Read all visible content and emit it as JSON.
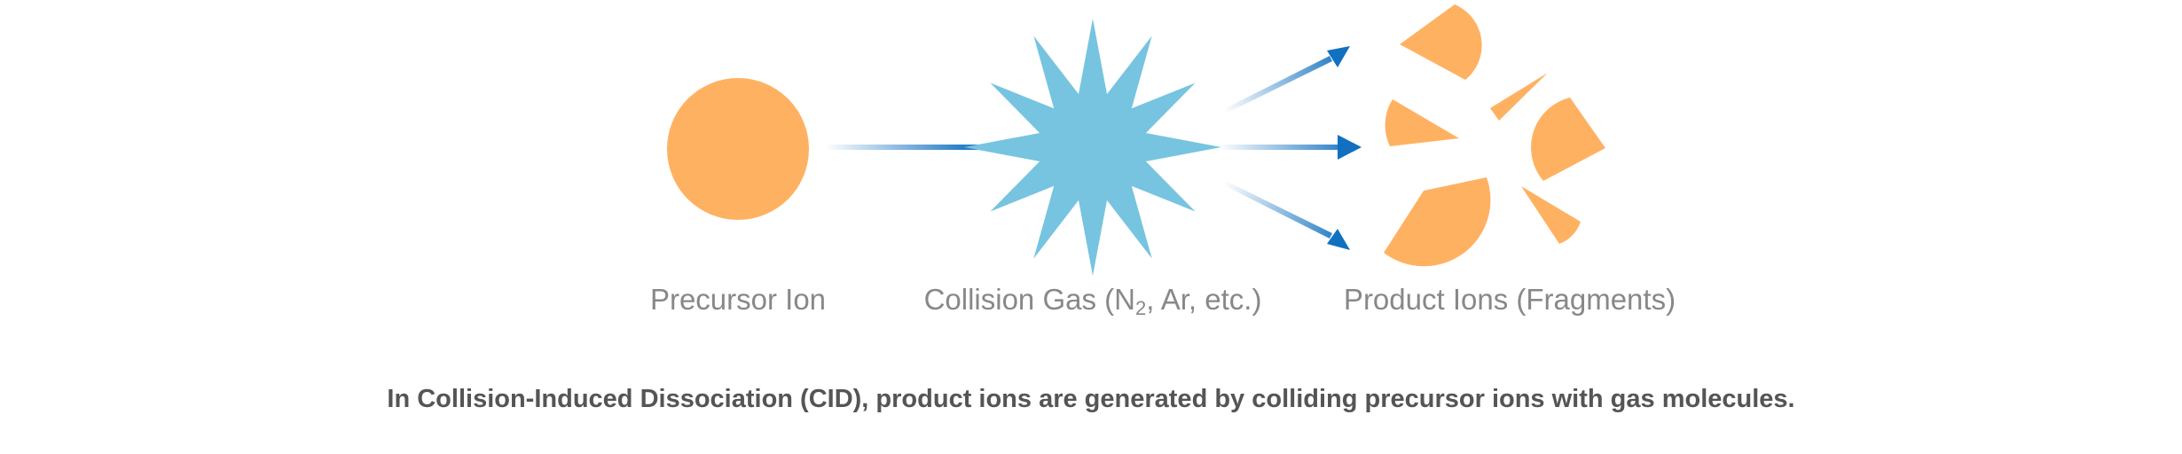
{
  "labels": {
    "precursor": "Precursor Ion",
    "gas_prefix": "Collision Gas (N",
    "gas_subscript": "2",
    "gas_suffix": ", Ar, etc.)",
    "products": "Product Ions (Fragments)"
  },
  "caption": "In Collision-Induced Dissociation (CID), product ions are generated by colliding precursor ions with gas molecules.",
  "colors": {
    "ion": "#FFB162",
    "gas": "#76C4E0",
    "arrow": "#1170BF",
    "label_text": "#888888",
    "caption_text": "#555555"
  }
}
